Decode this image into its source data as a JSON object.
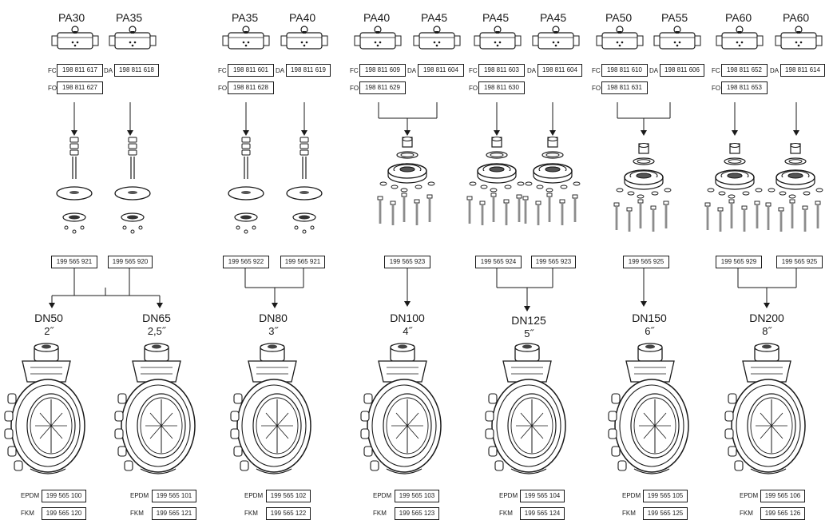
{
  "actuator_pairs": [
    {
      "left_label": "PA30",
      "right_label": "PA35",
      "fc_prefix": "FC",
      "fc_code": "198 811 617",
      "da_prefix": "DA",
      "da_code": "198 811 618",
      "fo_prefix": "FO",
      "fo_code": "198 811 627"
    },
    {
      "left_label": "PA35",
      "right_label": "PA40",
      "fc_prefix": "FC",
      "fc_code": "198 811 601",
      "da_prefix": "DA",
      "da_code": "198 811 619",
      "fo_prefix": "FO",
      "fo_code": "198 811 628"
    },
    {
      "left_label": "PA40",
      "right_label": "PA45",
      "fc_prefix": "FC",
      "fc_code": "198 811 609",
      "da_prefix": "DA",
      "da_code": "198 811 604",
      "fo_prefix": "FO",
      "fo_code": "198 811 629"
    },
    {
      "left_label": "PA45",
      "right_label": "PA45",
      "fc_prefix": "FC",
      "fc_code": "198 811 603",
      "da_prefix": "DA",
      "da_code": "198 811 604",
      "fo_prefix": "FO",
      "fo_code": "198 811 630"
    },
    {
      "left_label": "PA50",
      "right_label": "PA55",
      "fc_prefix": "FC",
      "fc_code": "198 811 610",
      "da_prefix": "DA",
      "da_code": "198 811 606",
      "fo_prefix": "FO",
      "fo_code": "198 811 631"
    },
    {
      "left_label": "PA60",
      "right_label": "PA60",
      "fc_prefix": "FC",
      "fc_code": "198 811 652",
      "da_prefix": "DA",
      "da_code": "198 811 614",
      "fo_prefix": "FO",
      "fo_code": "198 811 653"
    }
  ],
  "adapter_kits": [
    "199 565 921",
    "199 565 920",
    "199 565 922",
    "199 565 921",
    "199 565 923",
    "199 565 924",
    "199 565 923",
    "199 565 925",
    "199 565 929",
    "199 565 925"
  ],
  "valves": [
    {
      "dn": "DN50",
      "inch": "2˝",
      "epdm_prefix": "EPDM",
      "epdm_code": "199 565 100",
      "fkm_prefix": "FKM",
      "fkm_code": "199 565 120"
    },
    {
      "dn": "DN65",
      "inch": "2,5˝",
      "epdm_prefix": "EPDM",
      "epdm_code": "199 565 101",
      "fkm_prefix": "FKM",
      "fkm_code": "199 565 121"
    },
    {
      "dn": "DN80",
      "inch": "3˝",
      "epdm_prefix": "EPDM",
      "epdm_code": "199 565 102",
      "fkm_prefix": "FKM",
      "fkm_code": "199 565 122"
    },
    {
      "dn": "DN100",
      "inch": "4˝",
      "epdm_prefix": "EPDM",
      "epdm_code": "199 565 103",
      "fkm_prefix": "FKM",
      "fkm_code": "199 565 123"
    },
    {
      "dn": "DN125",
      "inch": "5˝",
      "epdm_prefix": "EPDM",
      "epdm_code": "199 565 104",
      "fkm_prefix": "FKM",
      "fkm_code": "199 565 124"
    },
    {
      "dn": "DN150",
      "inch": "6˝",
      "epdm_prefix": "EPDM",
      "epdm_code": "199 565 105",
      "fkm_prefix": "FKM",
      "fkm_code": "199 565 125"
    },
    {
      "dn": "DN200",
      "inch": "8˝",
      "epdm_prefix": "EPDM",
      "epdm_code": "199 565 106",
      "fkm_prefix": "FKM",
      "fkm_code": "199 565 126"
    }
  ]
}
